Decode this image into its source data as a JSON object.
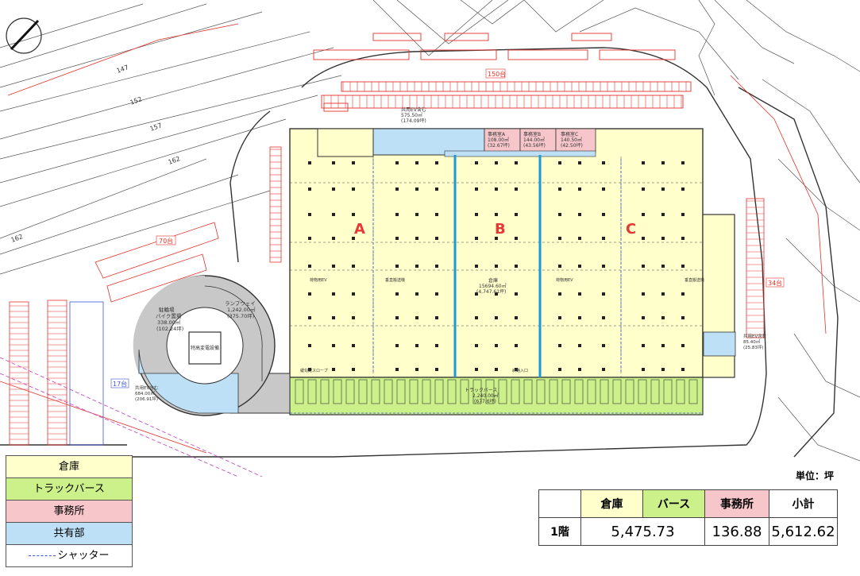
{
  "plan": {
    "zone_labels": {
      "a": "A",
      "b": "B",
      "c": "C"
    },
    "parking": {
      "north": "150台",
      "west": "70台",
      "east": "34台",
      "bike": "17台"
    },
    "contours": {
      "c147": "147",
      "c152": "152",
      "c157": "157",
      "c162": "162",
      "c162b": "162"
    },
    "offices": [
      {
        "name": "事務室A",
        "area": "108.00㎡",
        "tsubo": "(32.67坪)"
      },
      {
        "name": "事務室B",
        "area": "144.00㎡",
        "tsubo": "(43.56坪)"
      },
      {
        "name": "事務室C",
        "area": "140.50㎡",
        "tsubo": "(42.50坪)"
      }
    ],
    "common_north": {
      "name": "共用EV含む",
      "area": "575.50㎡",
      "tsubo": "(174.09坪)"
    },
    "common_east": {
      "name": "共用EV含む",
      "area": "85.40㎡",
      "tsubo": "(25.83坪)"
    },
    "common_west": {
      "name": "共用EV含む",
      "area": "684.00㎡",
      "tsubo": "(206.91坪)"
    },
    "warehouse": {
      "name": "倉庫",
      "area": "15694.60㎡",
      "tsubo": "(4,747.61坪)"
    },
    "truck_berth": {
      "name": "トラックバース",
      "area": "2,240.00㎡",
      "tsubo": "(677.6坪)"
    },
    "ramp": {
      "name": "ランプウェイ",
      "area": "1,242.00㎡",
      "tsubo": "(375.70坪)"
    },
    "bike_parking": {
      "name1": "駐輪場",
      "name2": "バイク置場",
      "area": "338.00㎡",
      "tsubo": "(102.24坪)"
    },
    "elevator_room": "特高変電設備",
    "lift_labels": {
      "l1": "荷物用EV",
      "l2": "垂直搬送機",
      "l3": "荷物用EV",
      "l4": "垂直搬送機"
    },
    "slope": "緩勾配スロープ",
    "ramp_entry": "斜路入口"
  },
  "legend": {
    "warehouse": "倉庫",
    "truck_berth": "トラックバース",
    "office": "事務所",
    "common": "共有部",
    "shutter": "シャッター"
  },
  "unit_label": "単位：坪",
  "area_table": {
    "headers": {
      "warehouse": "倉庫",
      "berth": "バース",
      "office": "事務所",
      "subtotal": "小計"
    },
    "row_label": "1階",
    "warehouse_berth": "5,475.73",
    "office": "136.88",
    "subtotal": "5,612.62"
  },
  "colors": {
    "warehouse": "#ffffcc",
    "berth": "#ccf08a",
    "office": "#f6c6cb",
    "common": "#bde0f6",
    "ramp": "#c8c8c8",
    "parking_line": "#e5332a",
    "wall": "#333333",
    "divider": "#1a9ad6",
    "zone_text": "#e53935"
  }
}
